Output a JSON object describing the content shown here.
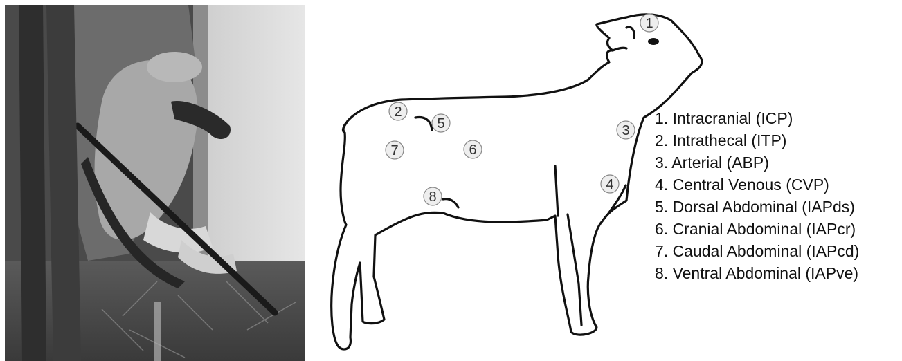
{
  "legend": {
    "items": [
      {
        "num": "1",
        "label": "1. Intracranial (ICP)"
      },
      {
        "num": "2",
        "label": "2. Intrathecal (ITP)"
      },
      {
        "num": "3",
        "label": "3. Arterial (ABP)"
      },
      {
        "num": "4",
        "label": "4. Central Venous (CVP)"
      },
      {
        "num": "5",
        "label": "5. Dorsal Abdominal (IAPds)"
      },
      {
        "num": "6",
        "label": "6. Cranial Abdominal (IAPcr)"
      },
      {
        "num": "7",
        "label": "7. Caudal Abdominal (IAPcd)"
      },
      {
        "num": "8",
        "label": "8. Ventral Abdominal (IAPve)"
      }
    ]
  },
  "colors": {
    "outline": "#111111",
    "marker_fill": "#eeeeee",
    "marker_stroke": "#888888"
  }
}
